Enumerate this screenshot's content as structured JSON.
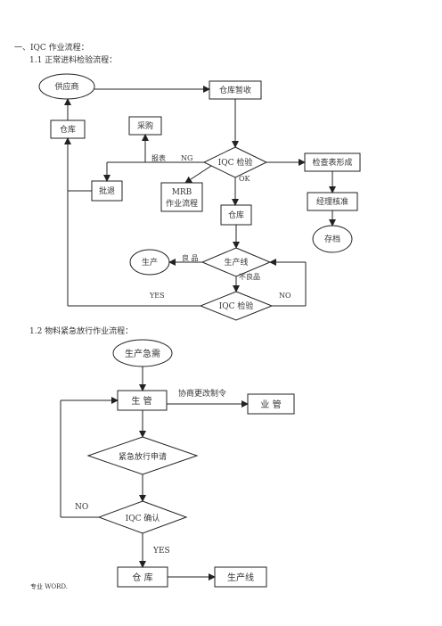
{
  "headings": {
    "section1": "一、IQC 作业流程：",
    "sub1": "1.1  正常进料检验流程：",
    "sub2": "1.2  物料紧急放行作业流程："
  },
  "flow1": {
    "supplier": "供应商",
    "warehouse_receive": "仓库暂收",
    "warehouse_left": "仓库",
    "purchase": "采购",
    "iqc_inspect": "IQC 检验",
    "checklist": "检查表形成",
    "reject": "批退",
    "mrb_title": "MRB",
    "mrb_sub": "作业流程",
    "warehouse_mid": "仓库",
    "manager_approve": "经理核准",
    "archive": "存档",
    "production": "生产",
    "production_line": "生产线",
    "iqc_inspect2": "IQC 检验",
    "label_report": "报表",
    "label_ng": "NG",
    "label_ok": "OK",
    "label_good": "良 品",
    "label_bad": "不良品",
    "label_yes": "YES",
    "label_no": "NO"
  },
  "flow2": {
    "urgent": "生产急需",
    "prod_mgmt": "生  管",
    "negotiate": "协商更改制令",
    "business": "业  管",
    "release_request": "紧急放行申请",
    "iqc_confirm": "IQC 确认",
    "label_no": "NO",
    "label_yes": "YES",
    "warehouse": "仓  库",
    "production_line": "生产线"
  },
  "footer": "专业 WORD."
}
